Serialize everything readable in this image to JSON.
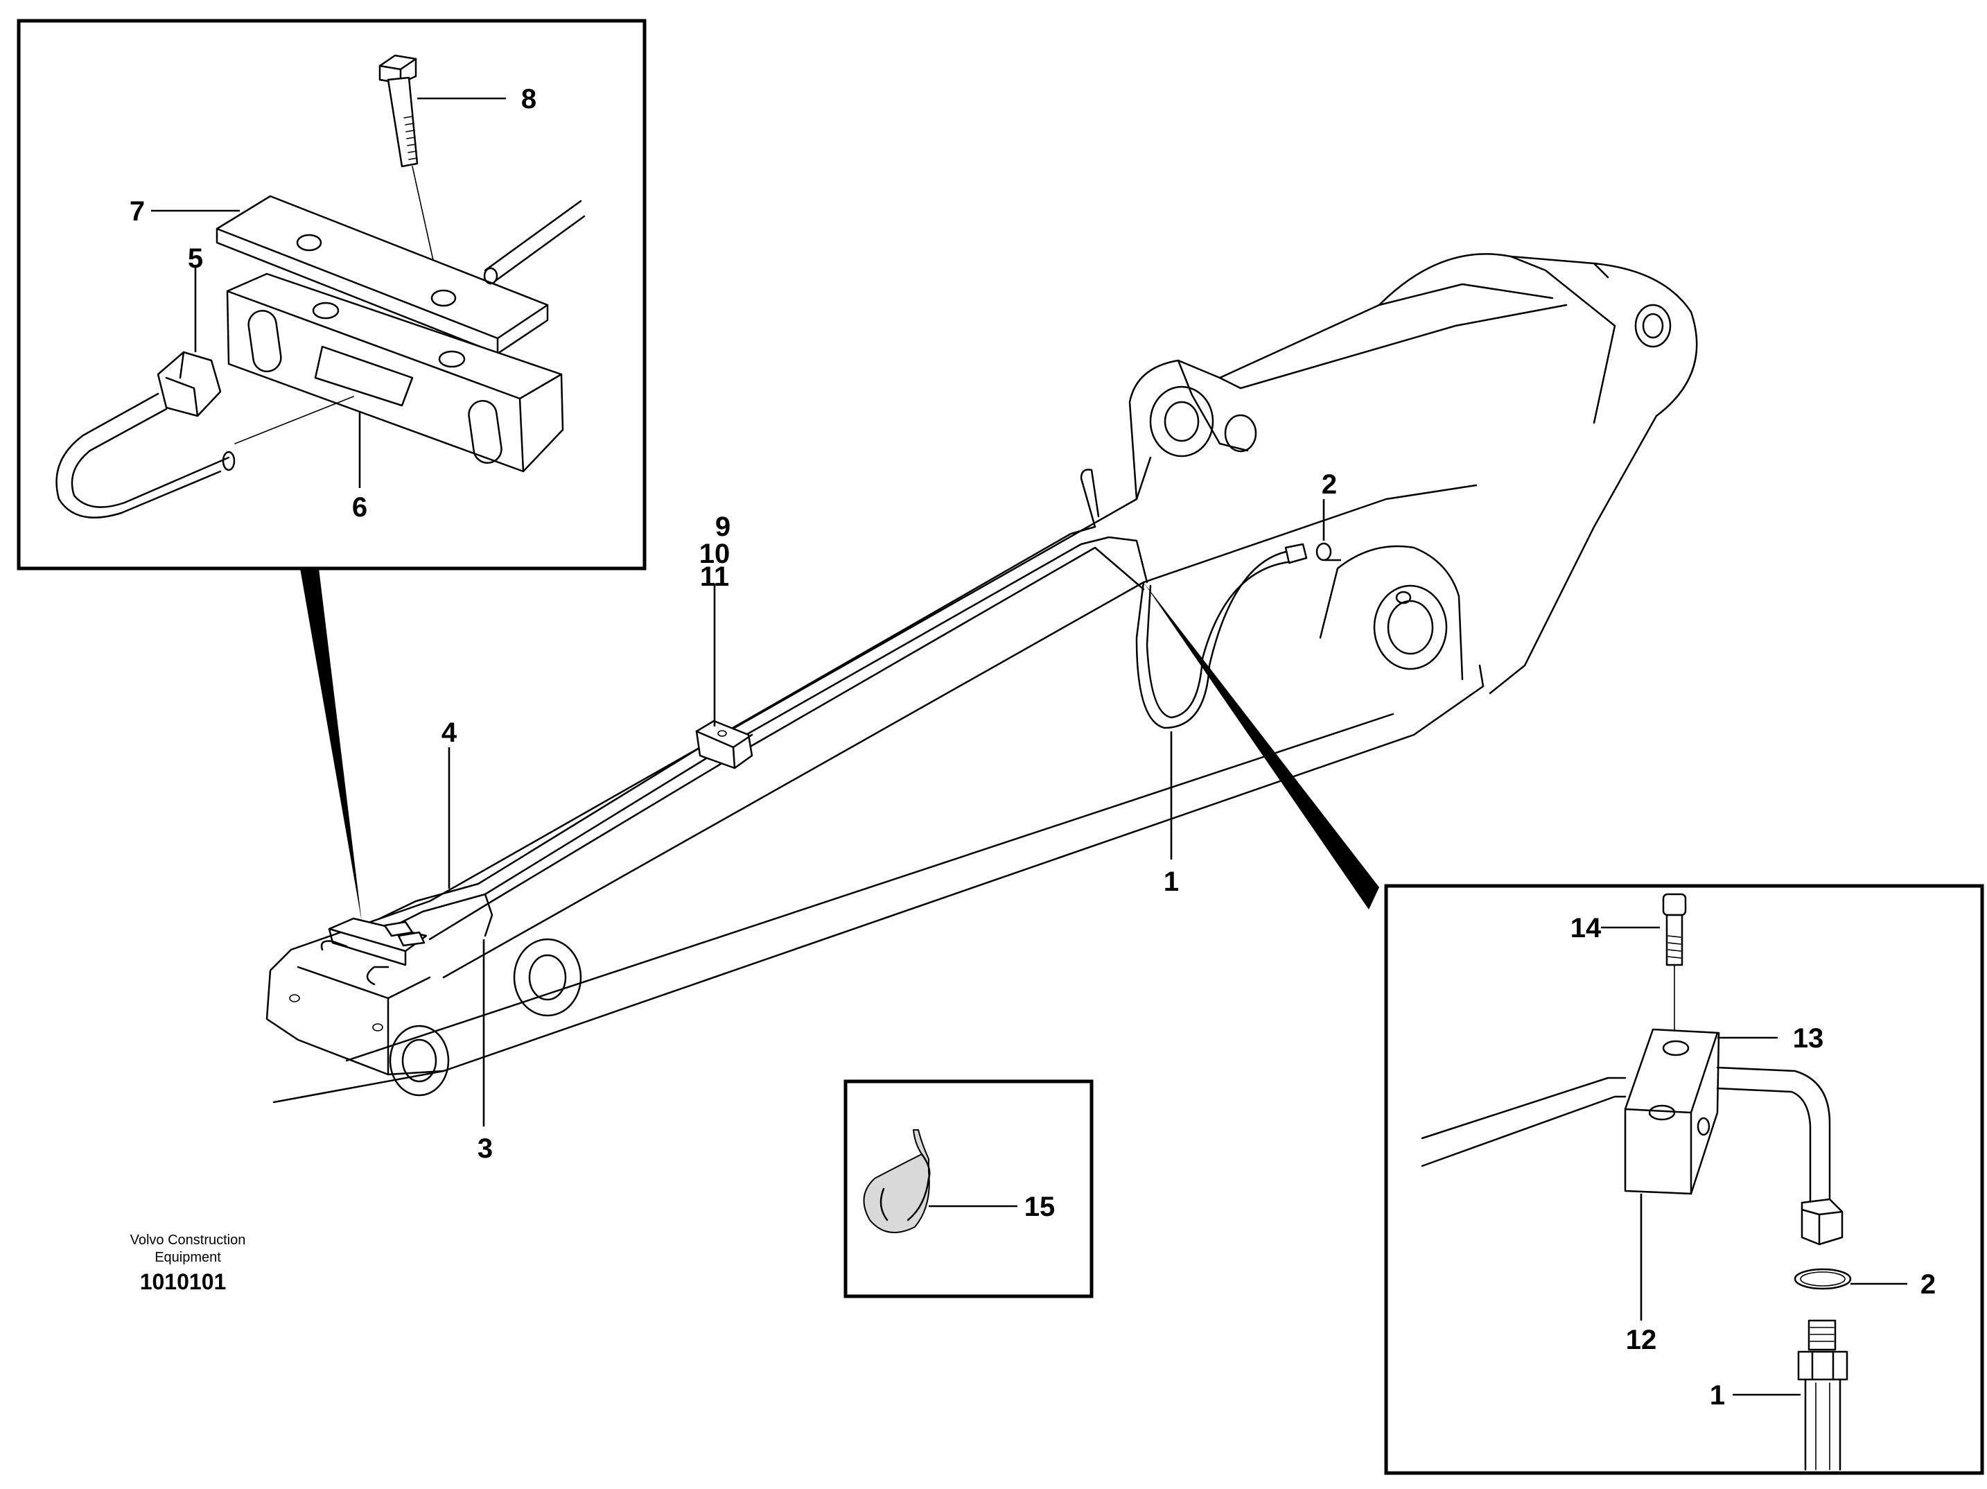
{
  "labels": {
    "inset_clamp": {
      "l8": "8",
      "l7": "7",
      "l5": "5",
      "l6": "6"
    },
    "main": {
      "l9": "9",
      "l10": "10",
      "l11": "11",
      "l2": "2",
      "l4": "4",
      "l1": "1",
      "l3": "3"
    },
    "inset_fitting": {
      "l14": "14",
      "l13": "13",
      "l2": "2",
      "l12": "12",
      "l1": "1"
    },
    "inset_tie": {
      "l15": "15"
    }
  },
  "credit": {
    "line1": "Volvo Construction",
    "line2": "Equipment",
    "doc_number": "1010101"
  }
}
